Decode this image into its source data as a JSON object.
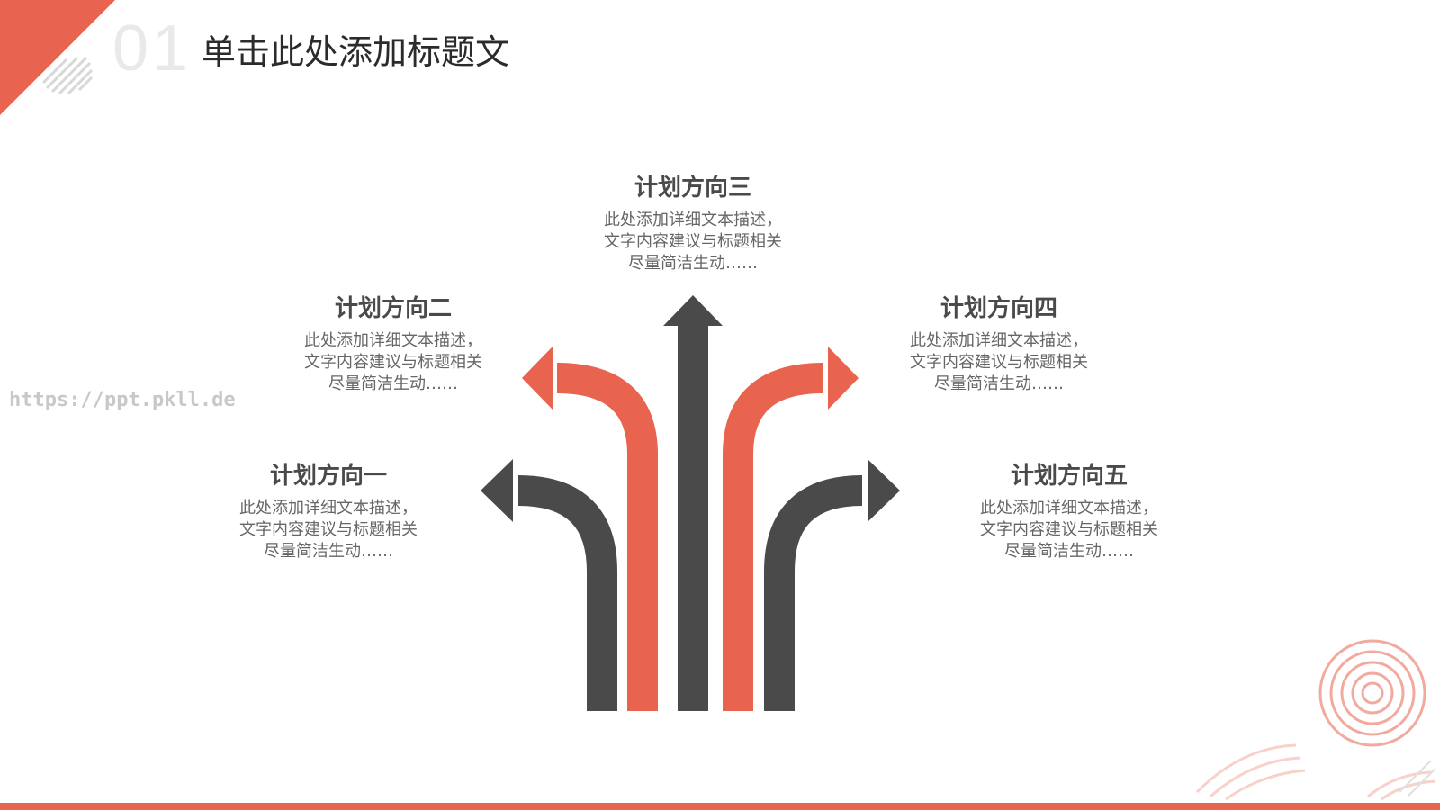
{
  "slide": {
    "number": "01",
    "title": "单击此处添加标题文"
  },
  "watermark": "https://ppt.pkll.de",
  "colors": {
    "accent": "#e8644f",
    "dark": "#4a4a4a"
  },
  "directions": [
    {
      "title": "计划方向一",
      "desc": "此处添加详细文本描述，\n文字内容建议与标题相关\n尽量简洁生动……"
    },
    {
      "title": "计划方向二",
      "desc": "此处添加详细文本描述，\n文字内容建议与标题相关\n尽量简洁生动……"
    },
    {
      "title": "计划方向三",
      "desc": "此处添加详细文本描述，\n文字内容建议与标题相关\n尽量简洁生动……"
    },
    {
      "title": "计划方向四",
      "desc": "此处添加详细文本描述，\n文字内容建议与标题相关\n尽量简洁生动……"
    },
    {
      "title": "计划方向五",
      "desc": "此处添加详细文本描述，\n文字内容建议与标题相关\n尽量简洁生动……"
    }
  ]
}
